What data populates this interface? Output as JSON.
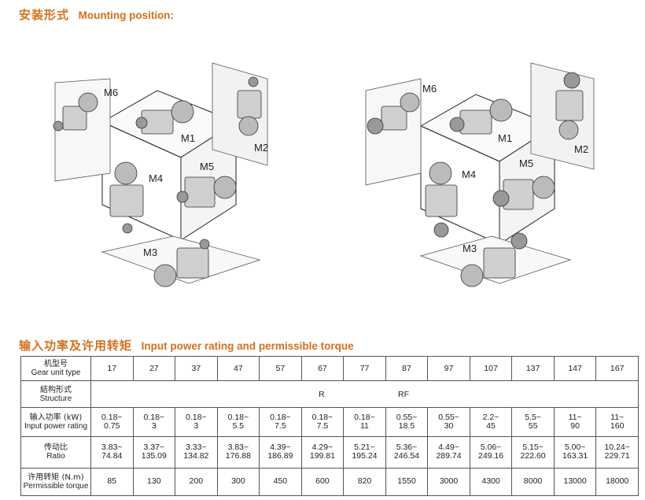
{
  "header": {
    "title_cn": "安装形式",
    "title_en": "Mounting position:"
  },
  "positions": [
    "M1",
    "M2",
    "M3",
    "M4",
    "M5",
    "M6"
  ],
  "table_section": {
    "title_cn": "输入功率及许用转矩",
    "title_en": "Input power rating and permissible torque"
  },
  "table": {
    "row_gear": {
      "label_cn": "机型号",
      "label_en": "Gear unit type",
      "values": [
        "17",
        "27",
        "37",
        "47",
        "57",
        "67",
        "77",
        "87",
        "97",
        "107",
        "137",
        "147",
        "167"
      ]
    },
    "row_structure": {
      "label_cn": "結构形式",
      "label_en": "Structure",
      "value_r": "R",
      "value_rf": "RF"
    },
    "row_power": {
      "label_cn": "输入功率 (kW)",
      "label_en": "Input power rating",
      "values": [
        [
          "0.18~",
          "0.75"
        ],
        [
          "0.18~",
          "3"
        ],
        [
          "0.18~",
          "3"
        ],
        [
          "0.18~",
          "5.5"
        ],
        [
          "0.18~",
          "7.5"
        ],
        [
          "0.18~",
          "7.5"
        ],
        [
          "0.18~",
          "11"
        ],
        [
          "0.55~",
          "18.5"
        ],
        [
          "0.55~",
          "30"
        ],
        [
          "2.2~",
          "45"
        ],
        [
          "5.5~",
          "55"
        ],
        [
          "11~",
          "90"
        ],
        [
          "11~",
          "160"
        ]
      ]
    },
    "row_ratio": {
      "label_cn": "传动比",
      "label_en": "Ratio",
      "values": [
        [
          "3.83~",
          "74.84"
        ],
        [
          "3.37~",
          "135.09"
        ],
        [
          "3.33~",
          "134.82"
        ],
        [
          "3.83~",
          "176.88"
        ],
        [
          "4.39~",
          "186.89"
        ],
        [
          "4.29~",
          "199.81"
        ],
        [
          "5.21~",
          "195.24"
        ],
        [
          "5.36~",
          "246.54"
        ],
        [
          "4.49~",
          "289.74"
        ],
        [
          "5.06~",
          "249.16"
        ],
        [
          "5.15~",
          "222.60"
        ],
        [
          "5.00~",
          "163.31"
        ],
        [
          "10.24~",
          "229.71"
        ]
      ]
    },
    "row_torque": {
      "label_cn": "许用转矩 (N.m)",
      "label_en": "Permissible torque",
      "values": [
        "85",
        "130",
        "200",
        "300",
        "450",
        "600",
        "820",
        "1550",
        "3000",
        "4300",
        "8000",
        "13000",
        "18000"
      ]
    }
  }
}
